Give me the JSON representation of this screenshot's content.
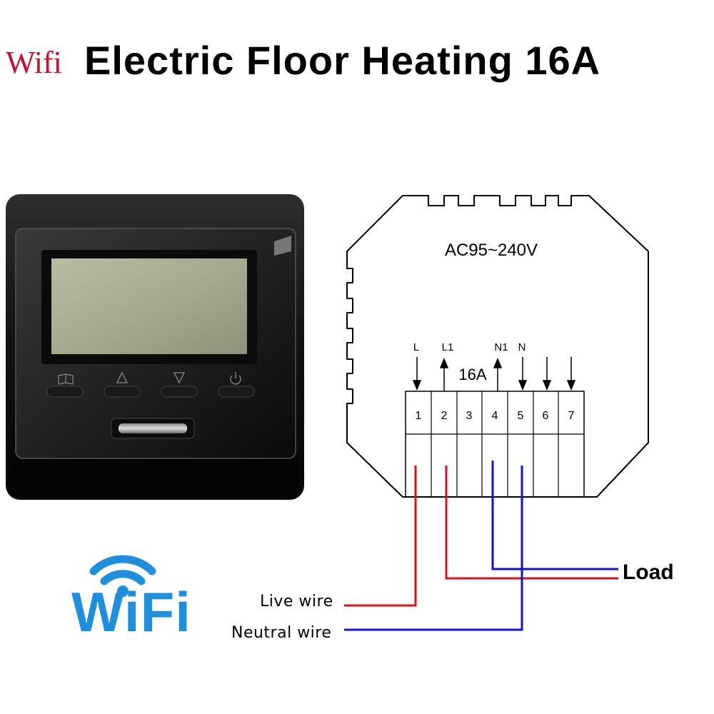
{
  "title": {
    "wifi_prefix": "Wifi",
    "main": "Electric Floor Heating 16A"
  },
  "thermostat": {
    "buttons": [
      {
        "icon": "book-icon",
        "glyph": "📖"
      },
      {
        "icon": "up-arrow-icon",
        "glyph": "△"
      },
      {
        "icon": "down-arrow-icon",
        "glyph": "▽"
      },
      {
        "icon": "power-icon",
        "glyph": "⏻"
      }
    ]
  },
  "wiring": {
    "voltage": "AC95~240V",
    "current_rating": "16A",
    "top_labels": {
      "L": "L",
      "L1": "L1",
      "N1": "N1",
      "N": "N"
    },
    "terminals": [
      "1",
      "2",
      "3",
      "4",
      "5",
      "6",
      "7"
    ],
    "live_wire": "Live wire",
    "neutral_wire": "Neutral wire",
    "load": "Load",
    "colors": {
      "live": "#e0101a",
      "neutral": "#1010d8"
    }
  },
  "wifi_logo": {
    "text": "WiFi",
    "color": "#1e8fdc"
  }
}
